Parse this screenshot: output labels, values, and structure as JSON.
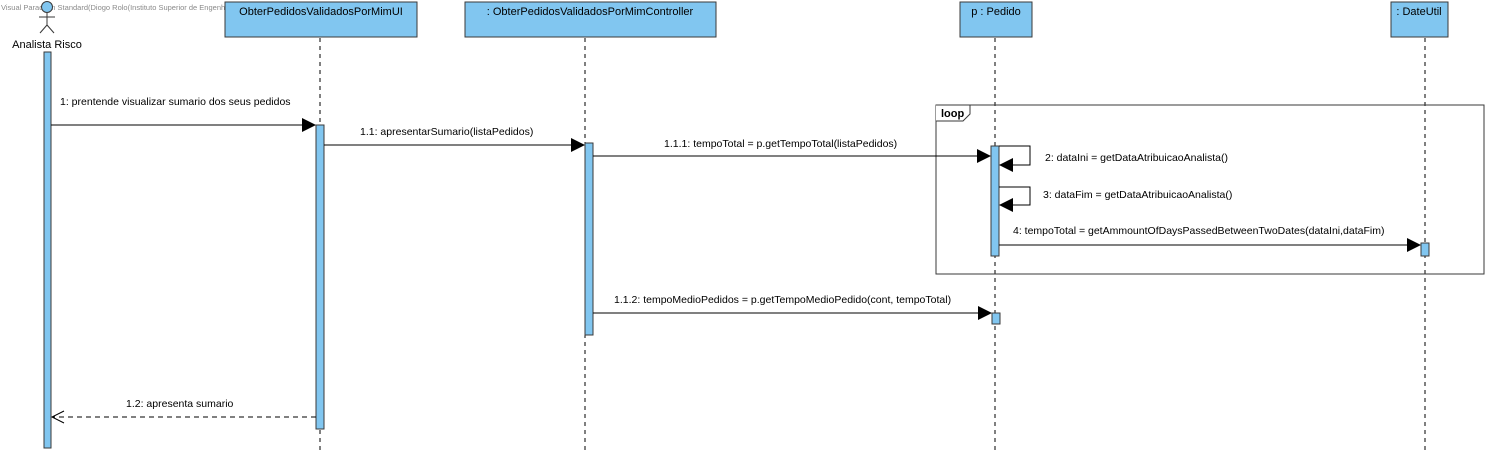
{
  "watermark": "Visual Paradigm Standard(Diogo Rolo(Instituto Superior de Engenharia do Porto))",
  "colors": {
    "lifeline_fill": "#81C6F0",
    "border": "#3A3A3A",
    "line": "#000000"
  },
  "actor": {
    "name": "Analista Risco",
    "icon": "stick-figure-icon"
  },
  "lifelines": [
    {
      "id": "ui",
      "label": "ObterPedidosValidadosPorMimUI"
    },
    {
      "id": "ctrl",
      "label": ": ObterPedidosValidadosPorMimController"
    },
    {
      "id": "pedido",
      "label": "p : Pedido"
    },
    {
      "id": "dateutil",
      "label": ": DateUtil"
    }
  ],
  "fragment": {
    "operator": "loop"
  },
  "messages": [
    {
      "label": "1: prentende visualizar sumario dos seus pedidos",
      "kind": "sync"
    },
    {
      "label": "1.1: apresentarSumario(listaPedidos)",
      "kind": "sync"
    },
    {
      "label": "1.1.1: tempoTotal = p.getTempoTotal(listaPedidos)",
      "kind": "sync"
    },
    {
      "label": "2: dataIni = getDataAtribuicaoAnalista()",
      "kind": "self"
    },
    {
      "label": "3: dataFim = getDataAtribuicaoAnalista()",
      "kind": "self"
    },
    {
      "label": "4: tempoTotal = getAmmountOfDaysPassedBetweenTwoDates(dataIni,dataFim)",
      "kind": "sync"
    },
    {
      "label": "1.1.2: tempoMedioPedidos = p.getTempoMedioPedido(cont, tempoTotal)",
      "kind": "sync"
    },
    {
      "label": "1.2: apresenta sumario",
      "kind": "return"
    }
  ]
}
